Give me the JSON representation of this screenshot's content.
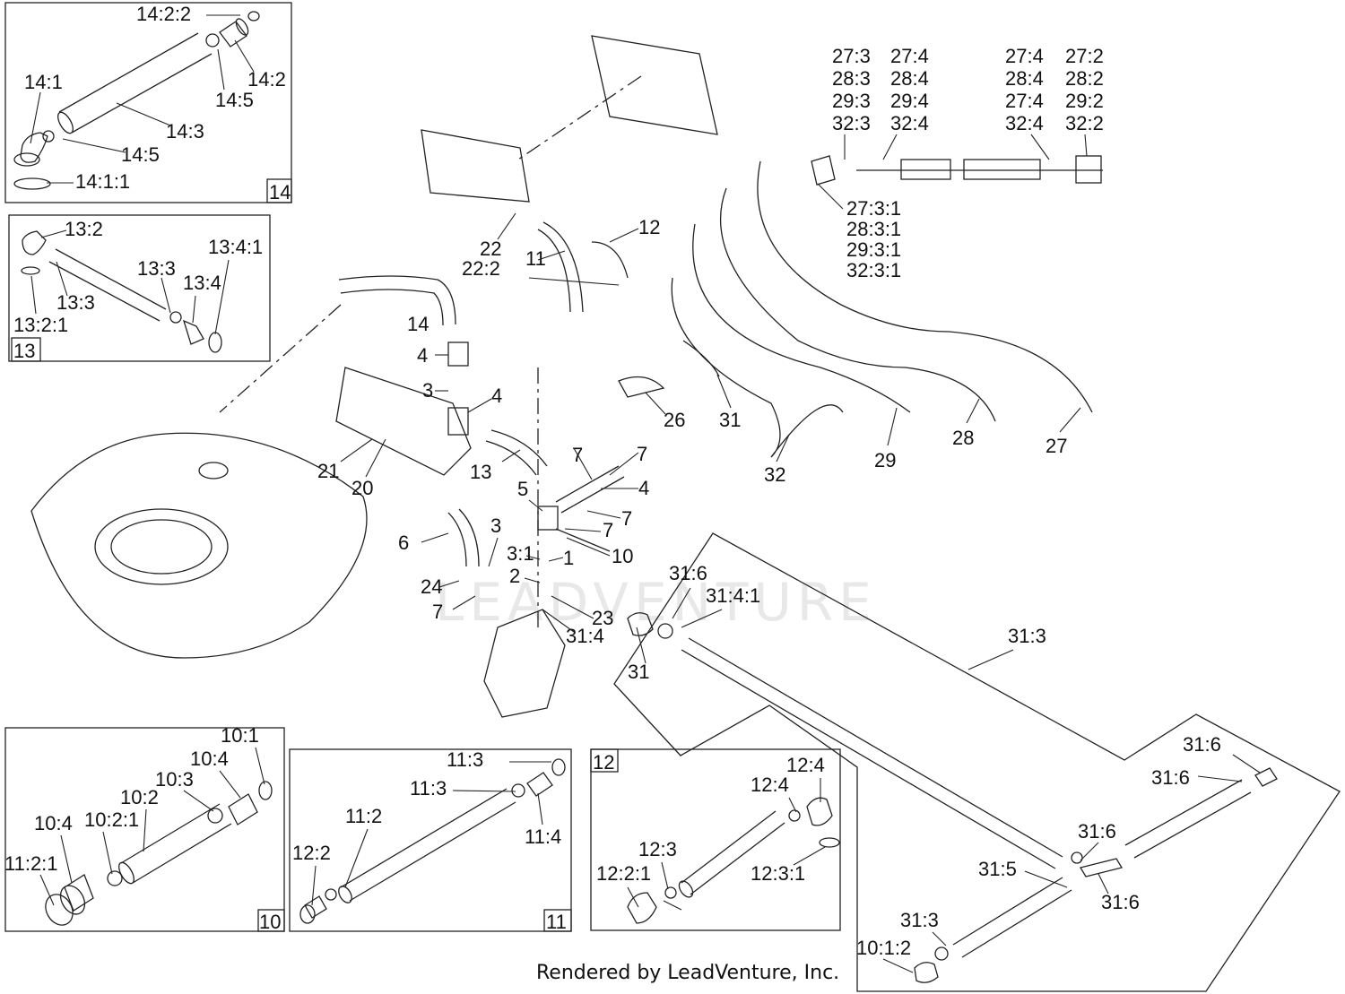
{
  "watermark": "LEADVENTURE",
  "footer": "Rendered by LeadVenture, Inc.",
  "boxes": [
    {
      "id": "14",
      "number": "14"
    },
    {
      "id": "13",
      "number": "13"
    },
    {
      "id": "10",
      "number": "10"
    },
    {
      "id": "11",
      "number": "11"
    },
    {
      "id": "12",
      "number": "12"
    }
  ],
  "callouts": [
    {
      "id": "c14-2-2",
      "text": "14:2:2"
    },
    {
      "id": "c14-2",
      "text": "14:2"
    },
    {
      "id": "c14-1",
      "text": "14:1"
    },
    {
      "id": "c14-5a",
      "text": "14:5"
    },
    {
      "id": "c14-3",
      "text": "14:3"
    },
    {
      "id": "c14-5b",
      "text": "14:5"
    },
    {
      "id": "c14-1-1",
      "text": "14:1:1"
    },
    {
      "id": "c13-2",
      "text": "13:2"
    },
    {
      "id": "c13-4-1",
      "text": "13:4:1"
    },
    {
      "id": "c13-3a",
      "text": "13:3"
    },
    {
      "id": "c13-4",
      "text": "13:4"
    },
    {
      "id": "c13-3b",
      "text": "13:3"
    },
    {
      "id": "c13-2-1",
      "text": "13:2:1"
    },
    {
      "id": "c22",
      "text": "22"
    },
    {
      "id": "c22-2",
      "text": "22:2"
    },
    {
      "id": "c11",
      "text": "11"
    },
    {
      "id": "c12",
      "text": "12"
    },
    {
      "id": "c14",
      "text": "14"
    },
    {
      "id": "c4a",
      "text": "4"
    },
    {
      "id": "c3a",
      "text": "3"
    },
    {
      "id": "c4b",
      "text": "4"
    },
    {
      "id": "c21",
      "text": "21"
    },
    {
      "id": "c20",
      "text": "20"
    },
    {
      "id": "c13",
      "text": "13"
    },
    {
      "id": "c26",
      "text": "26"
    },
    {
      "id": "c31",
      "text": "31"
    },
    {
      "id": "c32",
      "text": "32"
    },
    {
      "id": "c29",
      "text": "29"
    },
    {
      "id": "c28",
      "text": "28"
    },
    {
      "id": "c27",
      "text": "27"
    },
    {
      "id": "c7a",
      "text": "7"
    },
    {
      "id": "c7b",
      "text": "7"
    },
    {
      "id": "c4c",
      "text": "4"
    },
    {
      "id": "c5",
      "text": "5"
    },
    {
      "id": "c7c",
      "text": "7"
    },
    {
      "id": "c7d",
      "text": "7"
    },
    {
      "id": "c10",
      "text": "10"
    },
    {
      "id": "c6",
      "text": "6"
    },
    {
      "id": "c3b",
      "text": "3"
    },
    {
      "id": "c3-1",
      "text": "3:1"
    },
    {
      "id": "c1",
      "text": "1"
    },
    {
      "id": "c2",
      "text": "2"
    },
    {
      "id": "c24",
      "text": "24"
    },
    {
      "id": "c7e",
      "text": "7"
    },
    {
      "id": "c23",
      "text": "23"
    },
    {
      "id": "c31-4",
      "text": "31:4"
    },
    {
      "id": "c31-6a",
      "text": "31:6"
    },
    {
      "id": "c31-4-1",
      "text": "31:4:1"
    },
    {
      "id": "c31b",
      "text": "31"
    },
    {
      "id": "c31-3a",
      "text": "31:3"
    },
    {
      "id": "c31-6b",
      "text": "31:6"
    },
    {
      "id": "c31-6c",
      "text": "31:6"
    },
    {
      "id": "c31-6d",
      "text": "31:6"
    },
    {
      "id": "c31-5",
      "text": "31:5"
    },
    {
      "id": "c31-6e",
      "text": "31:6"
    },
    {
      "id": "c31-3b",
      "text": "31:3"
    },
    {
      "id": "c10-1-2",
      "text": "10:1:2"
    },
    {
      "id": "c10-1",
      "text": "10:1"
    },
    {
      "id": "c10-4a",
      "text": "10:4"
    },
    {
      "id": "c10-3",
      "text": "10:3"
    },
    {
      "id": "c10-2",
      "text": "10:2"
    },
    {
      "id": "c10-4b",
      "text": "10:4"
    },
    {
      "id": "c10-2-1",
      "text": "10:2:1"
    },
    {
      "id": "c11-2-1",
      "text": "11:2:1"
    },
    {
      "id": "c11-3a",
      "text": "11:3"
    },
    {
      "id": "c11-3b",
      "text": "11:3"
    },
    {
      "id": "c11-2",
      "text": "11:2"
    },
    {
      "id": "c11-4",
      "text": "11:4"
    },
    {
      "id": "c12-2",
      "text": "12:2"
    },
    {
      "id": "c12-4a",
      "text": "12:4"
    },
    {
      "id": "c12-4b",
      "text": "12:4"
    },
    {
      "id": "c12-3",
      "text": "12:3"
    },
    {
      "id": "c12-2-1",
      "text": "12:2:1"
    },
    {
      "id": "c12-3-1",
      "text": "12:3:1"
    }
  ],
  "hose_labels": {
    "left_top": [
      [
        "27:3",
        "27:4"
      ],
      [
        "28:3",
        "28:4"
      ],
      [
        "29:3",
        "29:4"
      ],
      [
        "32:3",
        "32:4"
      ]
    ],
    "right_top": [
      [
        "27:4",
        "27:2"
      ],
      [
        "28:4",
        "28:2"
      ],
      [
        "27:4",
        "29:2"
      ],
      [
        "32:4",
        "32:2"
      ]
    ],
    "bottom": [
      "27:3:1",
      "28:3:1",
      "29:3:1",
      "32:3:1"
    ]
  }
}
